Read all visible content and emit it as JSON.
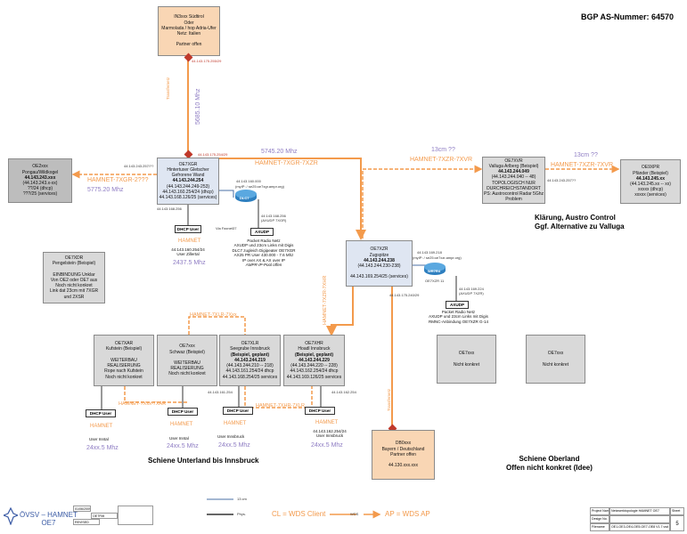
{
  "header": {
    "bgp": "BGP AS-Nummer: 64570"
  },
  "nodes": {
    "top": {
      "lines": [
        "IN3xxx Südtirol",
        "Oder",
        "Marmolada / hop Adria-Ufer",
        "Netz: Italien",
        "",
        "Partner offen"
      ],
      "ip": "44.143.175.255/29"
    },
    "oe2": {
      "lines": [
        "OE2xxx",
        "Pongau/Wildkogel",
        "44.143.243.xxx",
        "(44.143.243.x-xx)",
        "??/24 (dhcp)",
        "???/25 (services)"
      ],
      "ip": "44.143.243.??/??"
    },
    "gw": {
      "lines": [
        "OE7XGR",
        "Hintertuxer Gletscher",
        "Gefrorene Wand",
        "44.143.244.254",
        "(44.143.244.249-253)",
        "44.143.160.254/24 (dhcp)",
        "44.143.168.126/25 (services)"
      ],
      "ip_top": "44.143.175.254/29",
      "ip_left": "44.143.243.257/??",
      "ip_bottom": "44.143.168.256"
    },
    "dlc7": {
      "label": "DLC7",
      "ip1": "44.143.160.000",
      "ip2": "(myIP: / se25:oe7xgr.ampr.org)",
      "note": "Via Faxnet37"
    },
    "axudp1": {
      "label": "AXUDP",
      "ip": "44.143.168.256",
      "ipsub": "(AXUDP 7XGR)",
      "lines": [
        "Packet Radio Netz",
        "AXUDP und 23cm Links mit Digis",
        "DLC7 zugleich Digipeater OE7XGR",
        "AX25 PR User 430.000 - 7.6 Mhz",
        "IP over AX & AX over IP",
        "AMPR-IP-Pool offen"
      ]
    },
    "dhcp1": {
      "label": "DHCP User",
      "hamnet": "HAMNET",
      "lines": [
        "44.143.160.254/24",
        "User Zillertal"
      ],
      "freq": "2437.5 Mhz"
    },
    "zup": {
      "lines": [
        "OE7XZR",
        "Zugspitze",
        "44.143.244.238",
        "(44.143.244.230-238)",
        "",
        "44.143.169.254/25 (services)"
      ],
      "ip_bottom": "44.143.175.240/29",
      "ip_right": "44.143.169.218",
      "ip_right2": "(myIP: / se25:oe7xzr.ampr.org)"
    },
    "wr": {
      "label": "WR7R4",
      "ip": "OE7XZR 11"
    },
    "axudp2": {
      "label": "AXUDP",
      "ip": "44.143.169.224",
      "ipsub": "(AXUDP 7XZR)",
      "lines": [
        "Packet Radio Netz",
        "AXUDP und 23cm Links mit Digis",
        "RMNC-Anbindung OE7XZR G-14"
      ]
    },
    "valluga": {
      "lines": [
        "OE7XVR",
        "Valluga Arlberg (Beispiel)",
        "44.143.244.049",
        "(44.143.244.040 -- 48)",
        "TOPOLOGISCH NUR",
        "DURCHREICHSTANDORT",
        "PS: Austrocontrol Radar 5Ghz",
        "Problem"
      ],
      "ip": "44.143.243.257??"
    },
    "oe9": {
      "lines": [
        "OE9XPR",
        "Pfänder (Beispiel)",
        "44.143.245.xx",
        "(44.143.245.xx -- xx)",
        "xxxxx (dhcp)",
        "xxxxx (services)"
      ]
    },
    "kl": {
      "lines": [
        "Klärung, Austro Control",
        "Ggf. Alternative zu Valluga"
      ]
    },
    "oe7xdr": {
      "lines": [
        "OE7XDR",
        "Pengelstein (Beispiel)",
        "",
        "EINBINDUNG Unklar",
        "Von OE2 oder OE7 aus",
        "Noch nicht konkret",
        "Link dat 23cm mit 7XGR",
        "und 2XSR"
      ]
    },
    "kuf": {
      "lines": [
        "OE7XAR",
        "Kufstein (Beispiel)",
        "",
        "WEITERBAU",
        "REALISIERUNG",
        "Rope nach Kufstein",
        "Noch nicht konkret"
      ]
    },
    "sch": {
      "lines": [
        "OE7xxx",
        "Schwaz (Beispiel)",
        "",
        "WEITERBAU",
        "REALISIERUNG",
        "Noch nicht konkret"
      ]
    },
    "see": {
      "lines": [
        "OE7XLR",
        "Seegrube Innsbruck",
        "(Beispiel, geplant)",
        "44.143.244.219",
        "(44.143.244.210 -- 218)",
        "44.143.161.254/24 dhcp",
        "44.143.168.254/25 services"
      ],
      "ip": "44.143.161.254"
    },
    "hoa": {
      "lines": [
        "OE7XHR",
        "Hoadl Innsbruck",
        "(Beispiel, geplant)",
        "44.143.244.229",
        "(44.143.244.220 -- 228)",
        "44.143.162.254/24 dhcp",
        "44.143.169.126/25 services"
      ],
      "ip": "44.143.162.254"
    },
    "dhcp_kuf": {
      "label": "DHCP User",
      "hamnet": "HAMNET",
      "lines": [
        "User Inntal"
      ],
      "freq": "24xx.5 Mhz"
    },
    "dhcp_sch": {
      "label": "DHCP User",
      "hamnet": "HAMNET",
      "lines": [
        "User Inntal"
      ],
      "freq": "24xx.5 Mhz"
    },
    "dhcp_see": {
      "label": "DHCP User",
      "hamnet": "HAMNET",
      "lines": [
        "User Innsbruck"
      ],
      "freq": "24xx.5 Mhz"
    },
    "dhcp_hoa": {
      "label": "DHCP User",
      "hamnet": "HAMNET",
      "lines": [
        "44.143.162.254/24",
        "User Innsbruck"
      ],
      "freq": "24xx.5 Mhz"
    },
    "oe7a": {
      "lines": [
        "OE7xxx",
        "",
        "Nicht konkret"
      ]
    },
    "oe7b": {
      "lines": [
        "OE7xxx",
        "",
        "Nicht konkret"
      ]
    },
    "db": {
      "lines": [
        "DB0xxx",
        "Bayern / Deutschland",
        "Partner offen",
        "",
        "44.130.xxx.xxx"
      ],
      "ip": "44.143.175.241/29"
    }
  },
  "links": {
    "gw_oe2": "HAMNET-7XGR-2???",
    "gw_oe2_freq": "5775.20 Mhz",
    "gw_top": "Transfernetz",
    "gw_top_freq": "5685.10 Mhz",
    "gw_zup": "HAMNET-7XGR-7XZR",
    "gw_zup_freq": "5745.20 Mhz",
    "zup_val": "HAMNET-7XZR-7XVR",
    "zup_val_freq": "13cm ??",
    "val_oe9": "HAMNET-7XZR-7XVR",
    "val_oe9_freq": "13cm ??",
    "zup_hoa": "HAMNET-7XZR-7XHR",
    "kuf_sch": "HAMNET-7Xxx-7XAR",
    "sch_see": "HAMNET-7XLR-7Xxx",
    "see_hoa": "HAMNET-7XHR-7XLR",
    "zup_db": "Transfernetz"
  },
  "captions": {
    "unterland": "Schiene Unterland bis Innsbruck",
    "oberland1": "Schiene Oberland",
    "oberland2": "Offen nicht konkret (Idee)"
  },
  "legend": {
    "cm": "13 cm",
    "phys": "Phys.",
    "cl": "CL = WDS Client",
    "wds": "WDS",
    "ap": "AP = WDS AP"
  },
  "logo": {
    "line1": "ÖVSV – HAMNET",
    "line2": "OE7"
  },
  "title_block": {
    "date": "01/06/2009",
    "user": "OE7FMI",
    "rev": "REVISED",
    "proj_label": "Project Name",
    "proj_val": "Netzwerktopologie HAMNET OE7",
    "design_label": "Design No.",
    "file_label": "Filename",
    "file_val": "OE1-OE3-OE4-OE5-OE7-OE8 V1.7.vsd",
    "sheet_label": "Sheet",
    "sheet_val": "5"
  },
  "colors": {
    "link": "#f39a4c",
    "freq": "#8e7cc3",
    "diamond": "#c0392b",
    "blueline": "#4a6fa5"
  }
}
